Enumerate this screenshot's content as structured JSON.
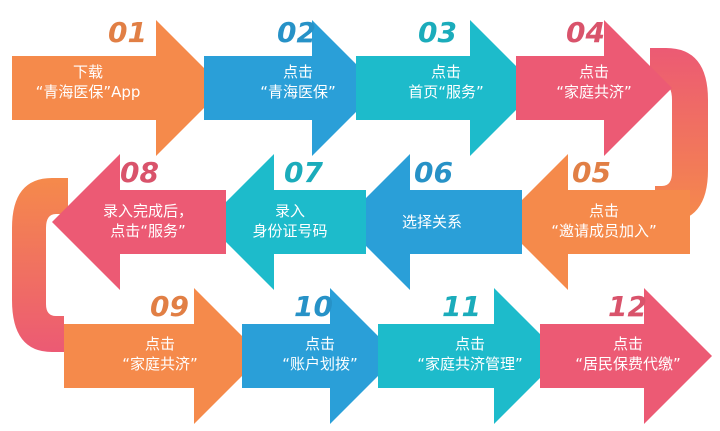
{
  "colors": {
    "orange": "#F58A4B",
    "blue": "#2A9FD8",
    "teal": "#1DBBCB",
    "pink": "#EC5A74"
  },
  "steps": [
    {
      "num": "01",
      "lines": [
        "下载",
        "“青海医保”App"
      ],
      "color": "orange",
      "direction": "right"
    },
    {
      "num": "02",
      "lines": [
        "点击",
        "“青海医保”"
      ],
      "color": "blue",
      "direction": "right"
    },
    {
      "num": "03",
      "lines": [
        "点击",
        "首页“服务”"
      ],
      "color": "teal",
      "direction": "right"
    },
    {
      "num": "04",
      "lines": [
        "点击",
        "“家庭共济”"
      ],
      "color": "pink",
      "direction": "right"
    },
    {
      "num": "05",
      "lines": [
        "点击",
        "“邀请成员加入”"
      ],
      "color": "orange",
      "direction": "left"
    },
    {
      "num": "06",
      "lines": [
        "选择关系"
      ],
      "color": "blue",
      "direction": "left"
    },
    {
      "num": "07",
      "lines": [
        "录入",
        "身份证号码"
      ],
      "color": "teal",
      "direction": "left"
    },
    {
      "num": "08",
      "lines": [
        "录入完成后，",
        "点击“服务”"
      ],
      "color": "pink",
      "direction": "left"
    },
    {
      "num": "09",
      "lines": [
        "点击",
        "“家庭共济”"
      ],
      "color": "orange",
      "direction": "right"
    },
    {
      "num": "10",
      "lines": [
        "点击",
        "“账户划拨”"
      ],
      "color": "blue",
      "direction": "right"
    },
    {
      "num": "11",
      "lines": [
        "点击",
        "“家庭共济管理”"
      ],
      "color": "teal",
      "direction": "right"
    },
    {
      "num": "12",
      "lines": [
        "点击",
        "“居民保费代缴”"
      ],
      "color": "pink",
      "direction": "right"
    }
  ]
}
